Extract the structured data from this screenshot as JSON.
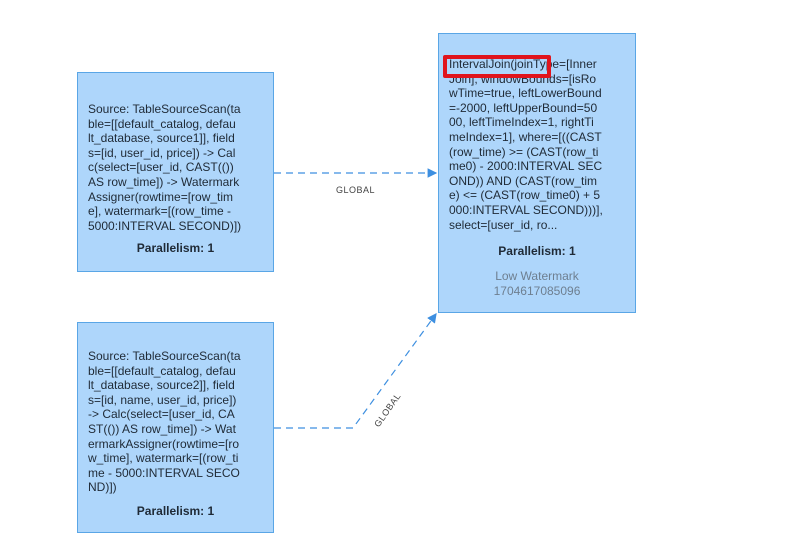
{
  "nodes": [
    {
      "lines": [
        "Source: TableSourceScan(ta",
        "ble=[[default_catalog, defau",
        "lt_database, source1]], field",
        "s=[id, user_id, price]) -> Cal",
        "c(select=[user_id, CAST(())",
        "AS row_time]) -> Watermark",
        "Assigner(rowtime=[row_tim",
        "e], watermark=[(row_time -",
        "5000:INTERVAL SECOND)])"
      ],
      "parallelism": "Parallelism: 1"
    },
    {
      "lines": [
        "Source: TableSourceScan(ta",
        "ble=[[default_catalog, defau",
        "lt_database, source2]], field",
        "s=[id, name, user_id, price])",
        "-> Calc(select=[user_id, CA",
        "ST(()) AS row_time]) -> Wat",
        "ermarkAssigner(rowtime=[ro",
        "w_time], watermark=[(row_ti",
        "me - 5000:INTERVAL SECO",
        "ND)])"
      ],
      "parallelism": "Parallelism: 1"
    },
    {
      "lines": [
        "IntervalJoin(joinType=[Inner",
        "Join], windowBounds=[isRo",
        "wTime=true, leftLowerBound",
        "=-2000, leftUpperBound=50",
        "00, leftTimeIndex=1, rightTi",
        "meIndex=1], where=[((CAST",
        "(row_time) >= (CAST(row_ti",
        "me0) - 2000:INTERVAL SEC",
        "OND)) AND (CAST(row_tim",
        "e) <= (CAST(row_time0) + 5",
        "000:INTERVAL SECOND)))],",
        "select=[user_id, ro..."
      ],
      "parallelism": "Parallelism: 1",
      "low_watermark_label": "Low Watermark",
      "low_watermark_value": "1704617085096"
    }
  ],
  "edges": [
    {
      "label": "GLOBAL"
    },
    {
      "label": "GLOBAL"
    }
  ],
  "colors": {
    "node_fill": "#aed6fb",
    "edge": "#3d8fe0",
    "highlight": "#e0141c"
  }
}
